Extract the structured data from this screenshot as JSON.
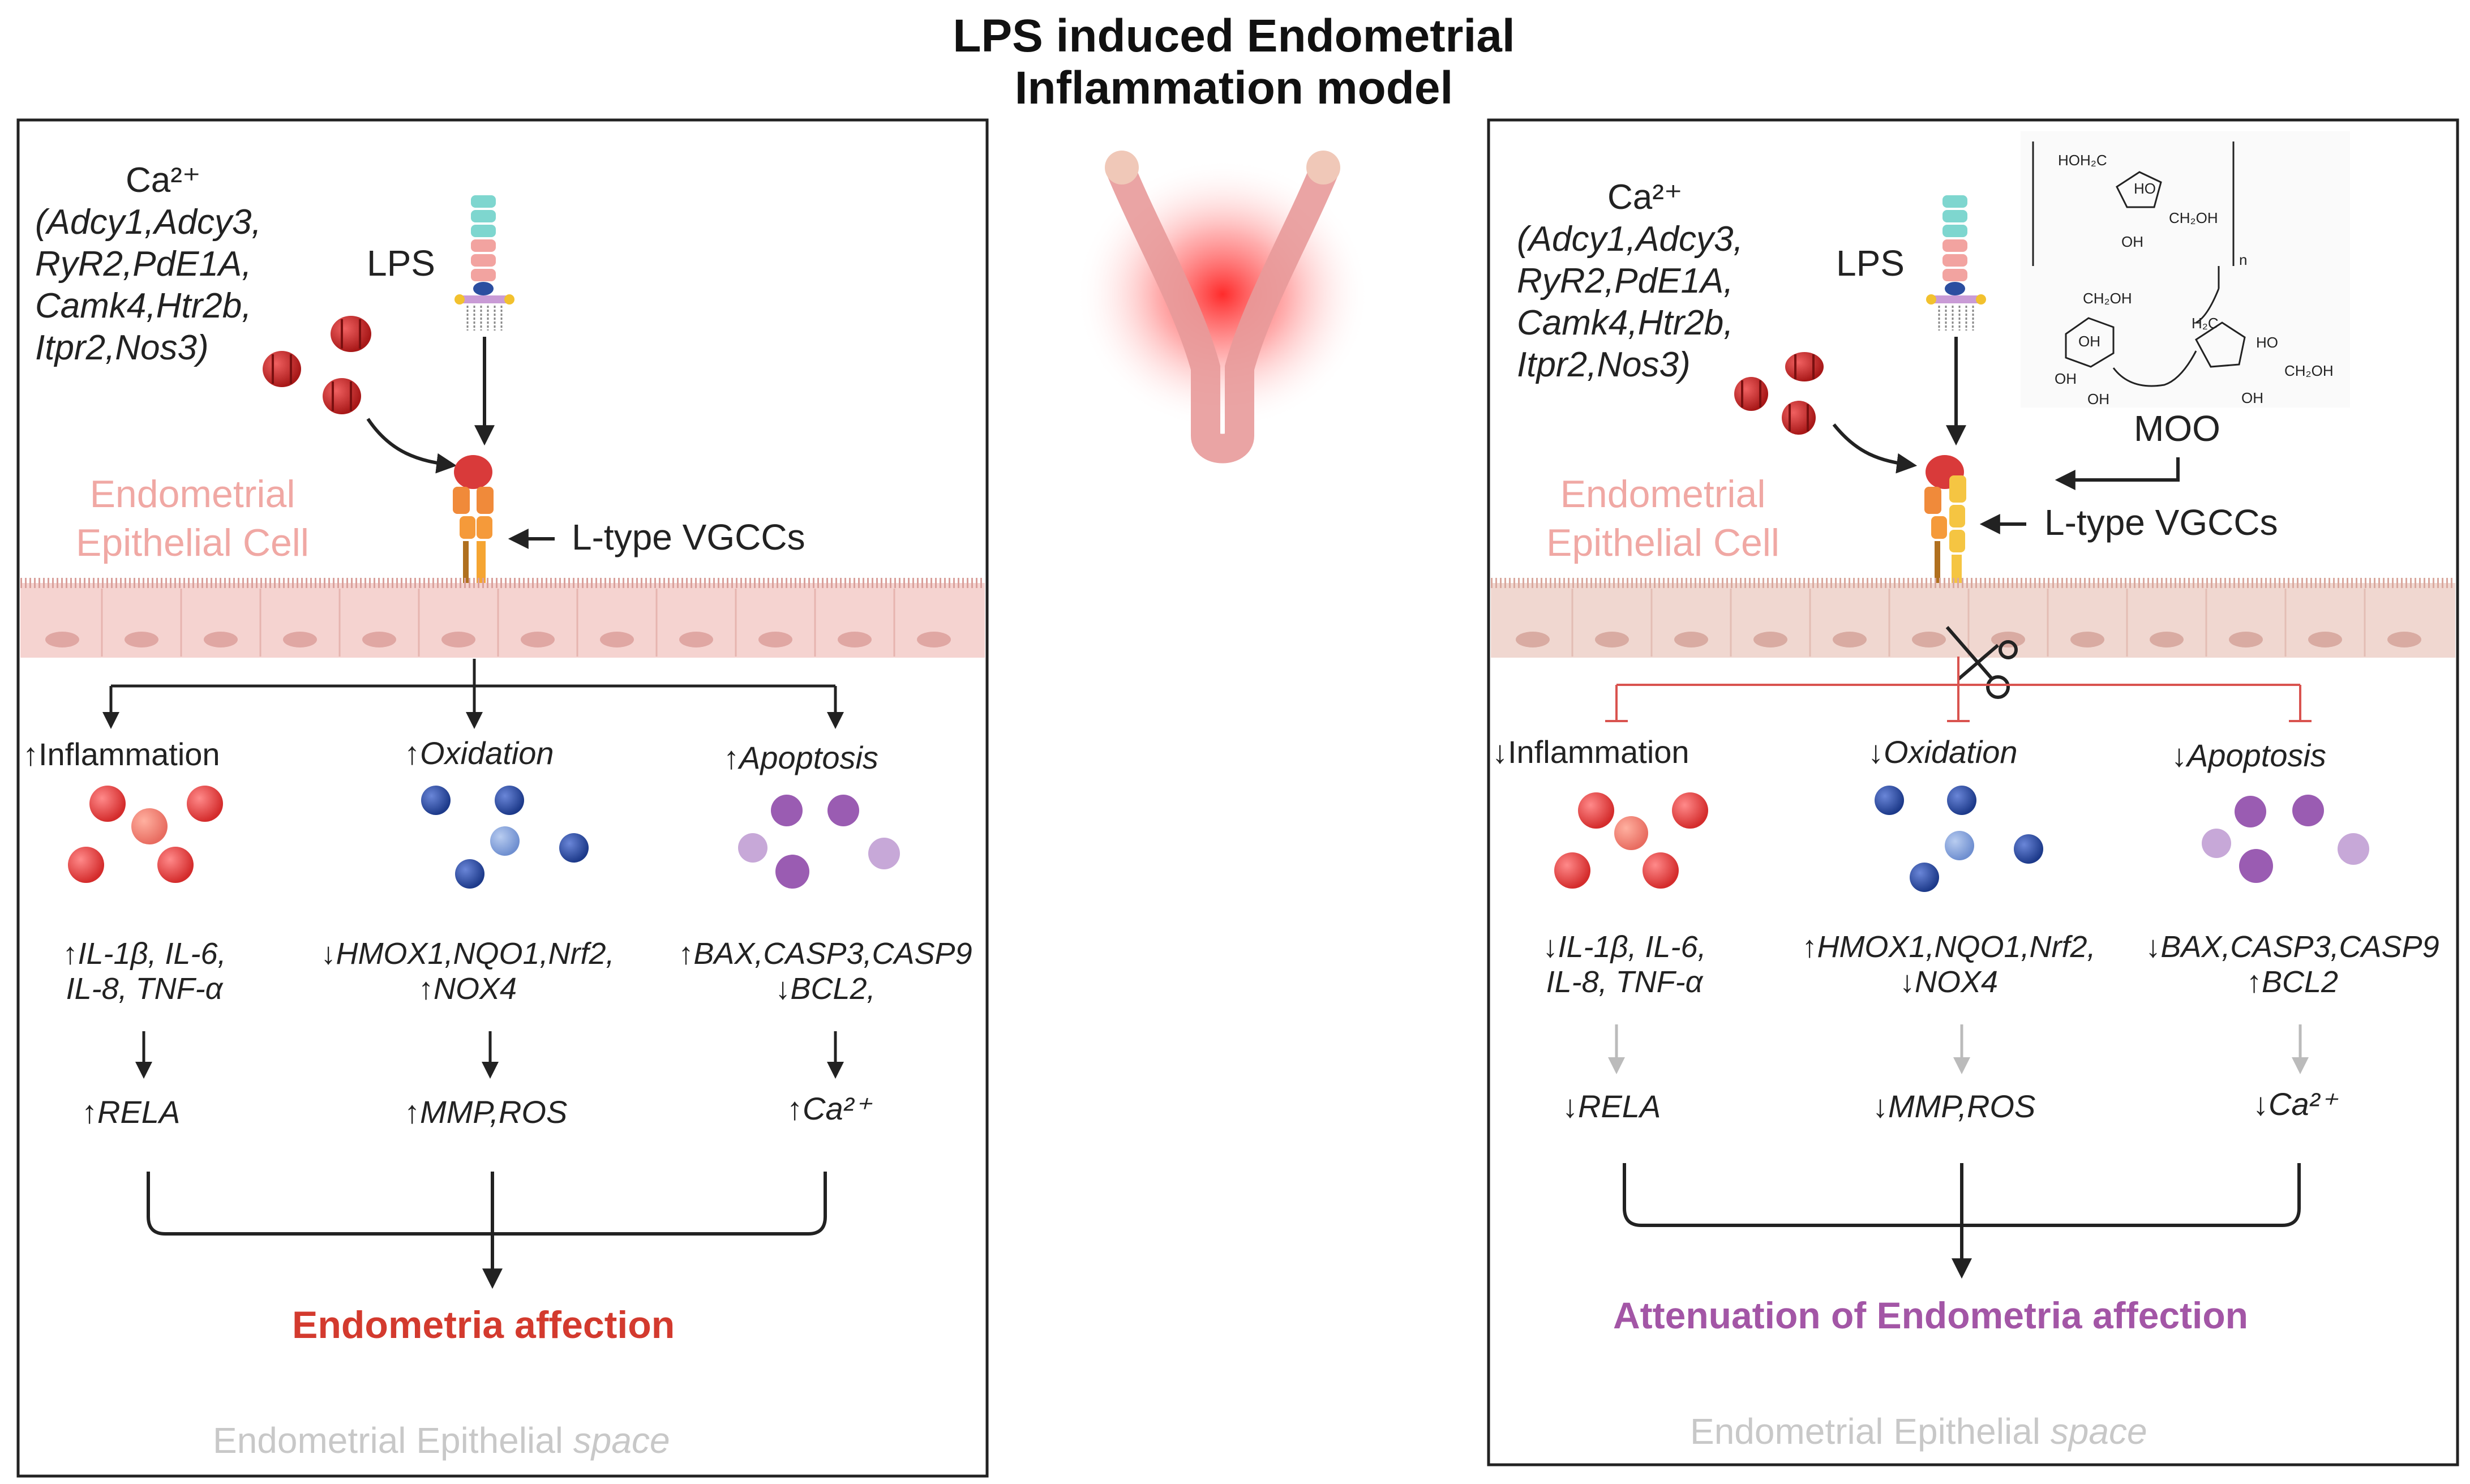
{
  "title": {
    "line1": "LPS induced Endometrial",
    "line2": "Inflammation model"
  },
  "left_panel": {
    "ca_label": "Ca²⁺",
    "genes": [
      "(Adcy1,Adcy3,",
      "RyR2,PdE1A,",
      "Camk4,Htr2b,",
      "Itpr2,Nos3)"
    ],
    "lps": "LPS",
    "cell_label": [
      "Endometrial",
      "Epithelial Cell"
    ],
    "channel_label": "L-type VGCCs",
    "branches": [
      {
        "label": "↑Inflammation",
        "genes": [
          "↑IL-1β, IL-6,",
          "IL-8, TNF-α"
        ],
        "result": "↑RELA"
      },
      {
        "label": "↑Oxidation",
        "genes": [
          "↓HMOX1,NQO1,Nrf2,",
          "↑NOX4"
        ],
        "result": "↑MMP,ROS"
      },
      {
        "label": "↑Apoptosis",
        "genes": [
          "↑BAX,CASP3,CASP9",
          "↓BCL2,"
        ],
        "result": "↑Ca²⁺"
      }
    ],
    "outcome": "Endometria affection",
    "space_label": "Endometrial Epithelial",
    "space_italic": "space"
  },
  "right_panel": {
    "ca_label": "Ca²⁺",
    "genes": [
      "(Adcy1,Adcy3,",
      "RyR2,PdE1A,",
      "Camk4,Htr2b,",
      "Itpr2,Nos3)"
    ],
    "lps": "LPS",
    "moo": "MOO",
    "cell_label": [
      "Endometrial",
      "Epithelial Cell"
    ],
    "channel_label": "L-type VGCCs",
    "branches": [
      {
        "label": "↓Inflammation",
        "genes": [
          "↓IL-1β, IL-6,",
          "IL-8, TNF-α"
        ],
        "result": "↓RELA"
      },
      {
        "label": "↓Oxidation",
        "genes": [
          "↑HMOX1,NQO1,Nrf2,",
          "↓NOX4"
        ],
        "result": "↓MMP,ROS"
      },
      {
        "label": "↓Apoptosis",
        "genes": [
          "↓BAX,CASP3,CASP9",
          "↑BCL2"
        ],
        "result": "↓Ca²⁺"
      }
    ],
    "outcome": "Attenuation of Endometria affection",
    "space_label": "Endometrial Epithelial",
    "space_italic": "space"
  },
  "structure_labels": {
    "hoh2c": "HOH₂C",
    "ho1": "HO",
    "ch2oh1": "CH₂OH",
    "oh1": "OH",
    "n": "n",
    "ch2oh2": "CH₂OH",
    "h2c": "H₂C",
    "ho2": "HO",
    "ch2oh3": "CH₂OH",
    "oh2": "OH",
    "oh3": "OH",
    "oh4": "OH",
    "oh5": "OH"
  },
  "colors": {
    "outcome_left": "#d33a2e",
    "outcome_right": "#a356a6",
    "cell_fill": "#f5d3d0",
    "cell_nucleus": "#e0a7a3",
    "inhibit": "#d9534f"
  }
}
